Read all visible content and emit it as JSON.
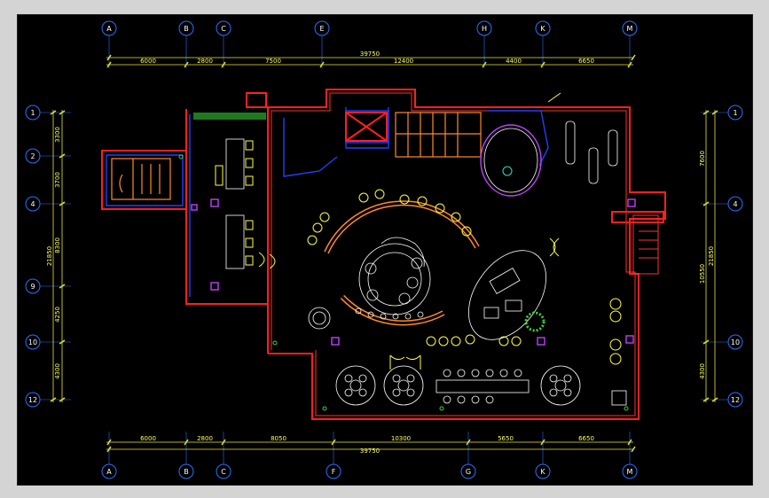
{
  "colors": {
    "background": "#000000",
    "frame": "#d4d4d4",
    "grid_bubble": "#2f6fff",
    "dimension": "#ffff66",
    "wall": "#ff2020",
    "inner_wall": "#2040ff",
    "furniture": "#ffff40",
    "feature": "#ff8a2a"
  },
  "grid_top": [
    "A",
    "B",
    "C",
    "E",
    "H",
    "K",
    "M"
  ],
  "grid_bottom": [
    "A",
    "B",
    "C",
    "F",
    "G",
    "K",
    "M"
  ],
  "grid_left": [
    "1",
    "2",
    "4",
    "9",
    "10",
    "12"
  ],
  "grid_right": [
    "1",
    "4",
    "10",
    "12"
  ],
  "dims_top": {
    "segments": [
      "6000",
      "2800",
      "7500",
      "12400",
      "4400",
      "6650"
    ],
    "total": "39750"
  },
  "dims_bottom": {
    "segments": [
      "6000",
      "2800",
      "8050",
      "10300",
      "5650",
      "6650"
    ],
    "total": "39750"
  },
  "dims_left": {
    "segments": [
      "3300",
      "3700",
      "8300",
      "4250",
      "4300"
    ],
    "total": "21850"
  },
  "dims_right": {
    "segments": [
      "7600",
      "10550",
      "4300"
    ],
    "total": "21850"
  }
}
